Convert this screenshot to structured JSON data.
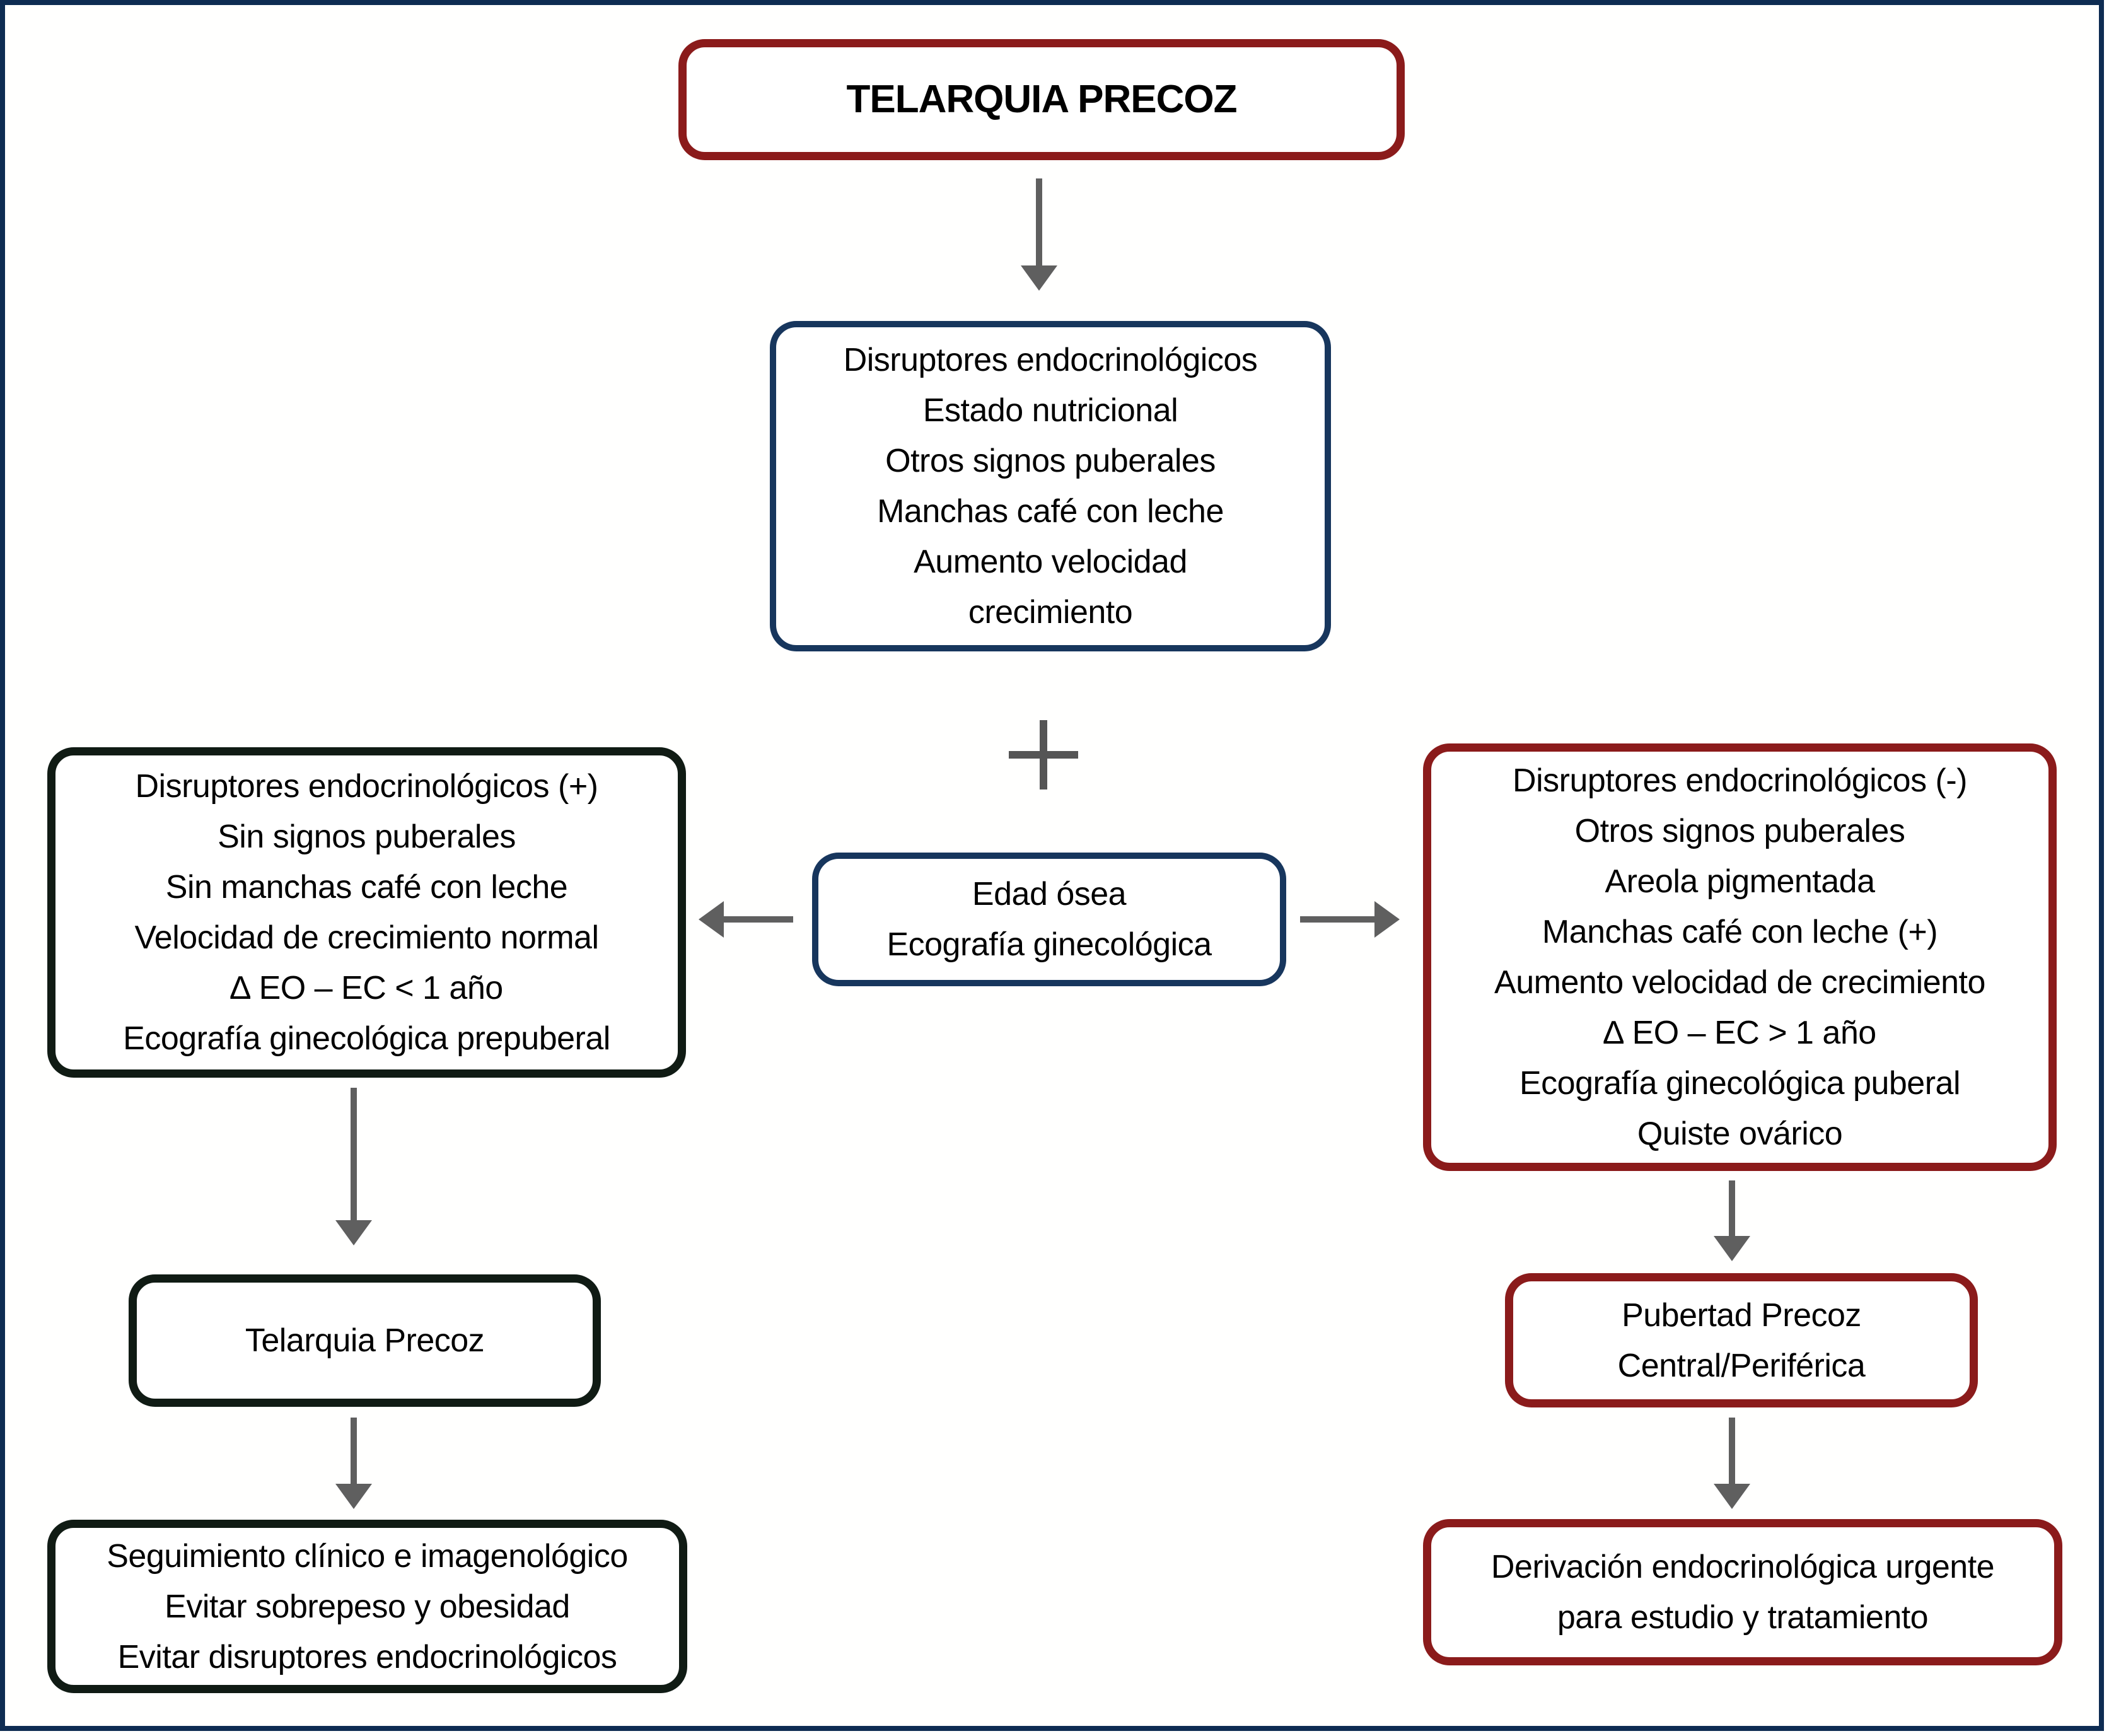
{
  "palette": {
    "frame_border": "#0e2c52",
    "red_box_border": "#8b1b1b",
    "navy_box_border": "#17365d",
    "black_box_border": "#101b14",
    "arrow_gray": "#5f5f5f",
    "text": "#000000",
    "background": "#ffffff"
  },
  "flowchart": {
    "title": {
      "label": "TELARQUIA PRECOZ"
    },
    "initial_evaluation": {
      "lines": [
        "Disruptores endocrinológicos",
        "Estado nutricional",
        "Otros signos puberales",
        "Manchas café con leche",
        "Aumento velocidad",
        "crecimiento"
      ]
    },
    "plus_connector": "+",
    "tests": {
      "lines": [
        "Edad ósea",
        "Ecografía ginecológica"
      ]
    },
    "left_findings": {
      "lines": [
        "Disruptores endocrinológicos (+)",
        "Sin signos puberales",
        "Sin manchas café con leche",
        "Velocidad de crecimiento normal",
        "∆ EO – EC < 1 año",
        "Ecografía ginecológica prepuberal"
      ]
    },
    "right_findings": {
      "lines": [
        "Disruptores endocrinológicos (-)",
        "Otros signos puberales",
        "Areola pigmentada",
        "Manchas café con leche (+)",
        "Aumento velocidad de crecimiento",
        "∆ EO – EC > 1 año",
        "Ecografía ginecológica puberal",
        "Quiste ovárico"
      ]
    },
    "left_diagnosis": {
      "lines": [
        "Telarquia Precoz"
      ]
    },
    "left_plan": {
      "lines": [
        "Seguimiento clínico e imagenológico",
        "Evitar sobrepeso y obesidad",
        "Evitar disruptores endocrinológicos"
      ]
    },
    "right_diagnosis": {
      "lines": [
        "Pubertad Precoz",
        "Central/Periférica"
      ]
    },
    "right_plan": {
      "lines": [
        "Derivación endocrinológica urgente",
        "para estudio y tratamiento"
      ]
    }
  }
}
